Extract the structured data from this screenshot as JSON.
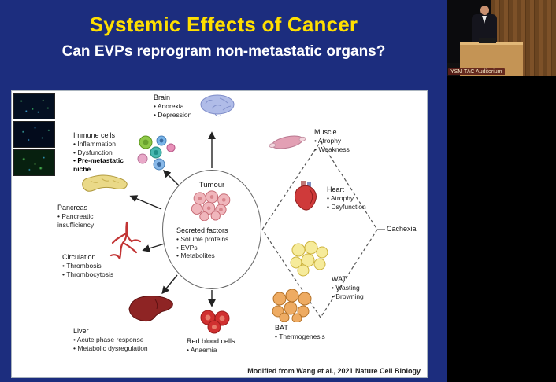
{
  "slide": {
    "title": "Systemic Effects of Cancer",
    "subtitle": "Can EVPs reprogram non-metastatic organs?",
    "credit": "Modified from Wang et al., 2021 Nature Cell Biology"
  },
  "video": {
    "label": "YSM TAC Auditorium"
  },
  "diagram": {
    "center": {
      "title": "Tumour",
      "secreted_heading": "Secreted factors",
      "secreted_items": [
        "Soluble proteins",
        "EVPs",
        "Metabolites"
      ]
    },
    "cachexia_label": "Cachexia",
    "organs": [
      {
        "name": "Brain",
        "items": [
          "Anorexia",
          "Depression"
        ]
      },
      {
        "name": "Muscle",
        "items": [
          "Atrophy",
          "Weakness"
        ]
      },
      {
        "name": "Immune cells",
        "items": [
          "Inflammation",
          "Dysfunction",
          "Pre-metastatic niche"
        ]
      },
      {
        "name": "Pancreas",
        "items": [
          "Pancreatic insufficiency"
        ]
      },
      {
        "name": "Heart",
        "items": [
          "Atrophy",
          "Dsyfunction"
        ]
      },
      {
        "name": "Circulation",
        "items": [
          "Thrombosis",
          "Thrombocytosis"
        ]
      },
      {
        "name": "WAT",
        "items": [
          "Wasting",
          "Browning"
        ]
      },
      {
        "name": "Liver",
        "items": [
          "Acute phase response",
          "Metabolic dysregulation"
        ]
      },
      {
        "name": "BAT",
        "items": [
          "Thermogenesis"
        ]
      },
      {
        "name": "Red blood cells",
        "items": [
          "Anaemia"
        ]
      }
    ],
    "icons": {
      "brain": "brain-icon",
      "muscle": "muscle-icon",
      "immune": "immune-cells-icon",
      "pancreas": "pancreas-icon",
      "heart": "heart-icon",
      "circulation": "circulation-icon",
      "wat": "wat-icon",
      "liver": "liver-icon",
      "bat": "bat-icon",
      "rbc": "red-blood-cells-icon",
      "tumour": "tumour-icon"
    }
  }
}
